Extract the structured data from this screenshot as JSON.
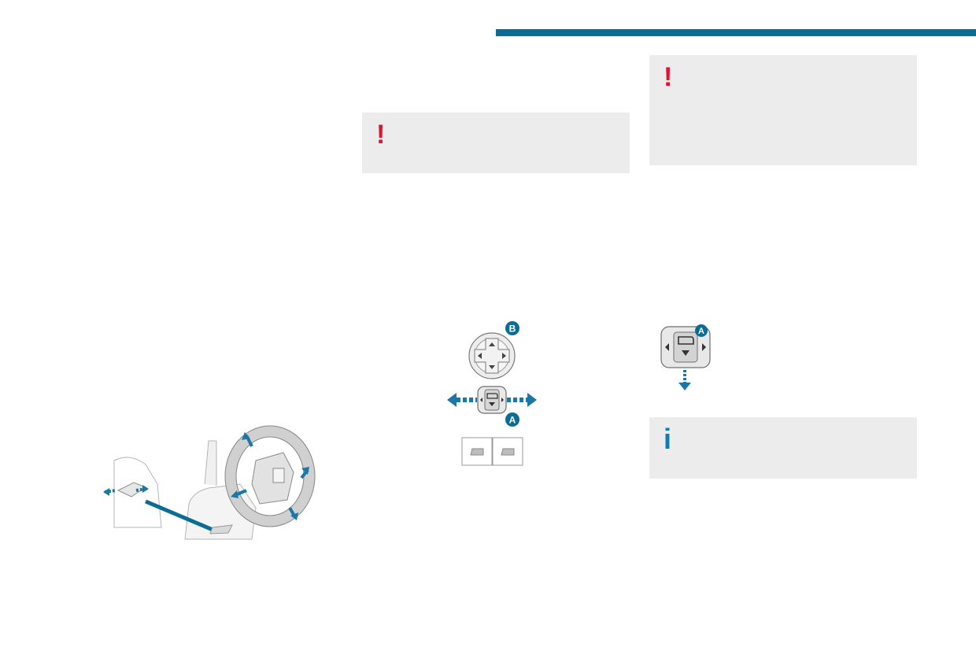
{
  "header": {
    "accent_color": "#0b6d93"
  },
  "notes": [
    {
      "symbol": "!",
      "type": "warning"
    },
    {
      "symbol": "!",
      "type": "warning"
    },
    {
      "symbol": "i",
      "type": "information"
    }
  ],
  "mirror_controls": {
    "badge_a": "A",
    "badge_b": "B"
  },
  "mirror_fold_control": {
    "badge_a": "A"
  },
  "colors": {
    "accent": "#0b6d93",
    "warning": "#e3122f",
    "info": "#0b7fb3",
    "note_background": "#ececec",
    "illustration_arrow": "#1b77a6"
  }
}
